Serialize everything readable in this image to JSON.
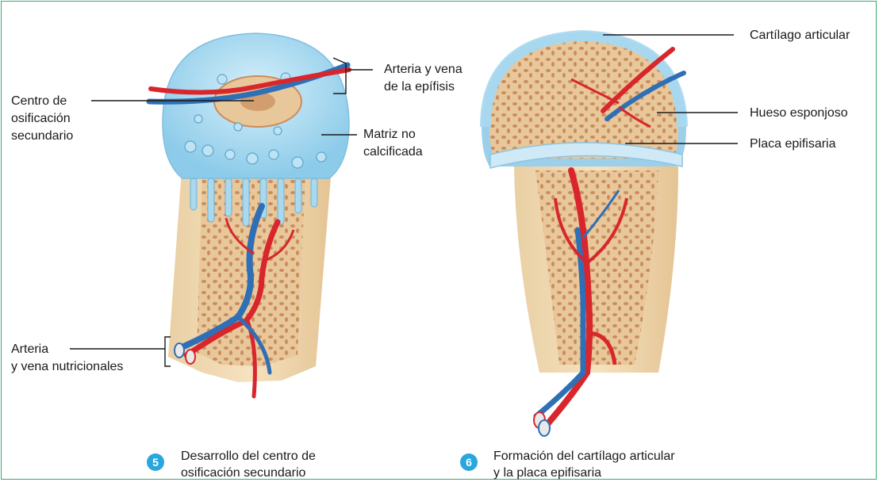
{
  "colors": {
    "frame": "#3aa86b",
    "bone": "#f0d9b5",
    "cartilage": "#a9d8ef",
    "artery": "#d8262c",
    "vein": "#2f6fb5",
    "step_badge": "#2aa6dd"
  },
  "left_figure": {
    "labels": {
      "centro_line1": "Centro de",
      "centro_line2": "osificación",
      "centro_line3": "secundario",
      "arteria_vena_epifisis_line1": "Arteria y vena",
      "arteria_vena_epifisis_line2": "de la epífisis",
      "matriz_line1": "Matriz no",
      "matriz_line2": "calcificada",
      "nutricionales_line1": "Arteria",
      "nutricionales_line2": "y vena nutricionales"
    },
    "step_number": "5",
    "caption_line1": "Desarrollo del centro de",
    "caption_line2": "osificación secundario"
  },
  "right_figure": {
    "labels": {
      "cartilago": "Cartílago articular",
      "hueso": "Hueso esponjoso",
      "placa": "Placa epifisaria"
    },
    "step_number": "6",
    "caption_line1": "Formación del cartílago articular",
    "caption_line2": "y la placa epifisaria"
  }
}
